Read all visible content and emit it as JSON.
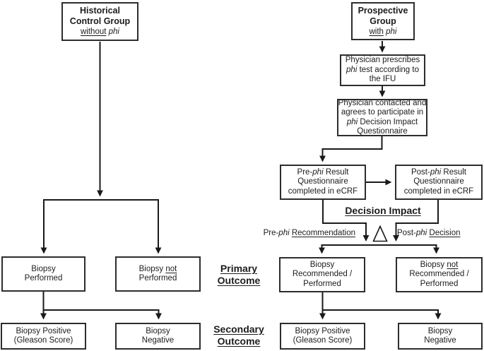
{
  "left_branch": {
    "group_box": {
      "line1": "Historical",
      "line2": "Control Group",
      "underlined": "without",
      "phi": "phi"
    },
    "biopsy_performed": {
      "line1": "Biopsy",
      "line2": "Performed"
    },
    "biopsy_not_performed": {
      "word_biopsy": "Biopsy",
      "word_not": "not",
      "line2": "Performed"
    },
    "biopsy_positive": {
      "line1": "Biopsy Positive",
      "line2": "(Gleason Score)"
    },
    "biopsy_negative": {
      "line1": "Biopsy",
      "line2": "Negative"
    }
  },
  "right_branch": {
    "group_box": {
      "line1": "Prospective",
      "line2": "Group",
      "underlined": "with",
      "phi": "phi"
    },
    "prescribes_box": {
      "line1": "Physician prescribes",
      "phi": "phi",
      "line2_rest": "test according to",
      "line3": "the IFU"
    },
    "contacted_box": {
      "line1": "Physician contacted and",
      "line2": "agrees to participate in",
      "phi": "phi",
      "line3_rest": "Decision Impact",
      "line4": "Questionnaire"
    },
    "pre_phi_box": {
      "prefix": "Pre-",
      "phi": "phi",
      "line1_rest": "Result",
      "line2": "Questionnaire",
      "line3": "completed in eCRF"
    },
    "post_phi_box": {
      "prefix": "Post-",
      "phi": "phi",
      "line1_rest": "Result",
      "line2": "Questionnaire",
      "line3": "completed in eCRF"
    },
    "biopsy_recommended": {
      "line1": "Biopsy",
      "line2": "Recommended /",
      "line3": "Performed"
    },
    "biopsy_not_recommended": {
      "word_biopsy": "Biopsy",
      "word_not": "not",
      "line2": "Recommended /",
      "line3": "Performed"
    },
    "biopsy_positive": {
      "line1": "Biopsy Positive",
      "line2": "(Gleason Score)"
    },
    "biopsy_negative": {
      "line1": "Biopsy",
      "line2": "Negative"
    }
  },
  "labels": {
    "decision_impact": "Decision Impact",
    "pre_phi_recommendation": {
      "prefix": "Pre-",
      "phi": "phi",
      "underlined": "Recommendation"
    },
    "post_phi_decision": {
      "prefix": "Post-",
      "phi": "phi",
      "underlined": "Decision"
    },
    "primary_outcome": {
      "line1": "Primary",
      "line2": "Outcome"
    },
    "secondary_outcome": {
      "line1": "Secondary",
      "line2": "Outcome"
    }
  },
  "icons": {
    "delta_triangle": "triangle-delta-symbol"
  },
  "colors": {
    "line": "#1a1a1a",
    "border": "#2d2d2d",
    "text": "#1c1c1c",
    "background": "#ffffff"
  }
}
